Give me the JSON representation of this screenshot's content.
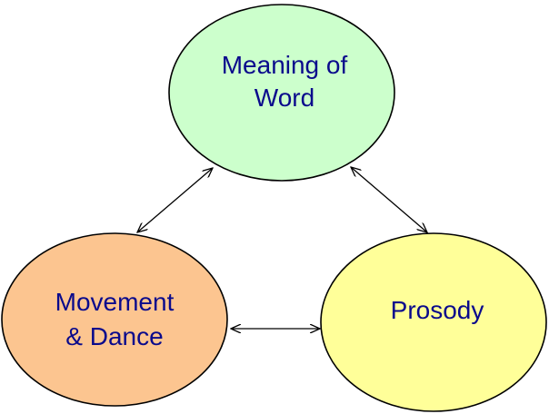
{
  "nodes": {
    "meaning": {
      "lines": [
        "Meaning of",
        "Word"
      ],
      "fill": "#ccffcc"
    },
    "movement": {
      "lines": [
        "Movement",
        "& Dance"
      ],
      "fill": "#fcc590"
    },
    "prosody": {
      "lines": [
        "Prosody"
      ],
      "fill": "#ffff99"
    }
  },
  "colors": {
    "text": "#0a0a8c",
    "outline": "#000000",
    "arrow": "#000000"
  },
  "edges": [
    {
      "from": "meaning",
      "to": "movement",
      "direction": "both"
    },
    {
      "from": "meaning",
      "to": "prosody",
      "direction": "both"
    },
    {
      "from": "movement",
      "to": "prosody",
      "direction": "both"
    }
  ]
}
